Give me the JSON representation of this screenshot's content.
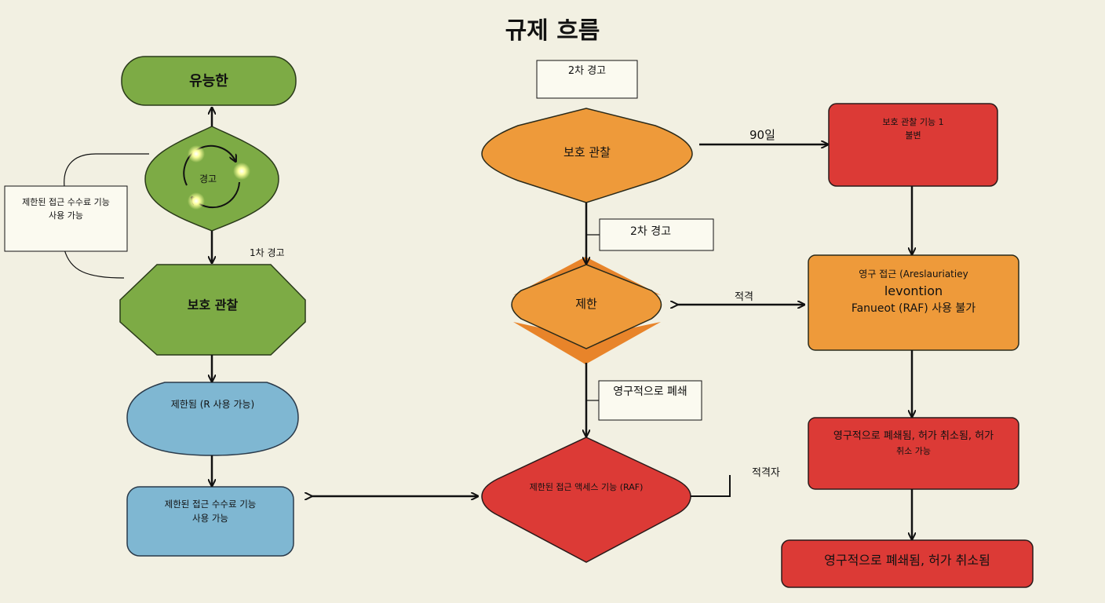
{
  "title": "규제 흐름",
  "colors": {
    "green": "#7dab45",
    "blue": "#7fb7d2",
    "orange": "#ee9a3a",
    "red": "#dc3a36",
    "background": "#f2f0e2"
  },
  "nodes": {
    "valid": "유능한",
    "warning": "경고",
    "side_note": [
      "제한된 접근 수수료 기능",
      "사용 가능"
    ],
    "probation_left": "보호 관찰",
    "restricted_r": "제한됨 (R 사용 가능)",
    "restricted_fee": [
      "제한된 접근 수수료 기능",
      "사용 가능"
    ],
    "second_warning_top": "2차 경고",
    "probation_mid": "보호 관찰",
    "second_warning_label": "2차 경고",
    "restriction": "제한",
    "perm_closure_label": "영구적으로 폐쇄",
    "raf": "제한된 접근 액세스 기능 (RAF)",
    "probation_1": [
      "보호 관찰 기능 1",
      "불변"
    ],
    "permanent_access": [
      "영구 접근 (Areslauriatiey",
      "levontion",
      "Fanueot (RAF) 사용 불가"
    ],
    "revoked_access": [
      "영구적으로 폐쇄됨, 허가 취소됨, 허가",
      "취소 가능"
    ],
    "revoked": "영구적으로 폐쇄됨, 허가 취소됨"
  },
  "edge_labels": {
    "first_warning": "1차 경고",
    "days_90": "90일",
    "eligible": "적격",
    "eligible_person": "적격자"
  }
}
